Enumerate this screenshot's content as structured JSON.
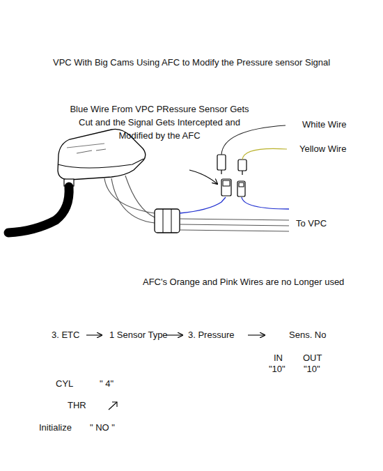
{
  "diagram": {
    "title": "VPC With Big Cams Using AFC to Modify the Pressure sensor Signal",
    "labels": [
      "Blue Wire From VPC PRessure Sensor Gets Cut and the Signal Gets Intercepted and Modified by the AFC",
      "White Wire",
      "Yellow Wire",
      "To VPC",
      "AFC's Orange and Pink Wires are no Longer used",
      "3. ETC",
      "1 Sensor Type",
      "3. Pressure",
      "Sens. No",
      "IN",
      "OUT",
      "\"10\"",
      "\"10\"",
      "CYL",
      "\" 4\"",
      "THR",
      "Initialize",
      "\" NO \""
    ]
  }
}
